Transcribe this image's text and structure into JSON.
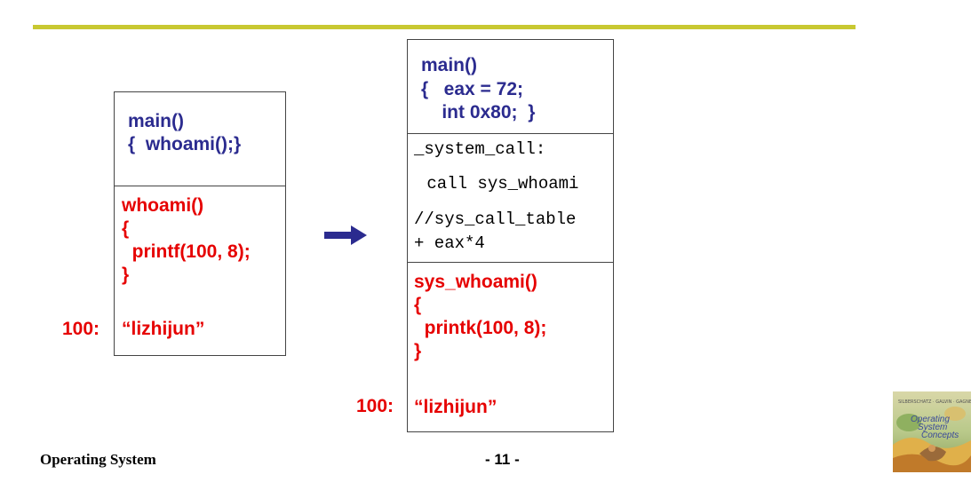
{
  "left_box": {
    "main": [
      "main()",
      "{  whoami();}"
    ],
    "func": [
      "whoami()",
      "{",
      "  printf(100, 8);",
      "}"
    ],
    "addr_label": "100:",
    "string": "“lizhijun”"
  },
  "right_box": {
    "main": [
      "main()",
      "{   eax = 72;",
      "    int 0x80;  }"
    ],
    "syscall": [
      "_system_call:",
      " call sys_whoami",
      "//sys_call_table",
      "+ eax*4"
    ],
    "func": [
      "sys_whoami()",
      "{",
      "  printk(100, 8);",
      "}"
    ],
    "addr_label": "100:",
    "string": "“lizhijun”"
  },
  "footer": {
    "title": "Operating System",
    "page": "- 11 -"
  },
  "logo": {
    "lines": [
      "Operating",
      "System",
      "Concepts"
    ]
  },
  "colors": {
    "accent_line": "#c8c832",
    "blue_text": "#2b2b8f",
    "red_text": "#e60000",
    "arrow": "#2b2b8f"
  }
}
